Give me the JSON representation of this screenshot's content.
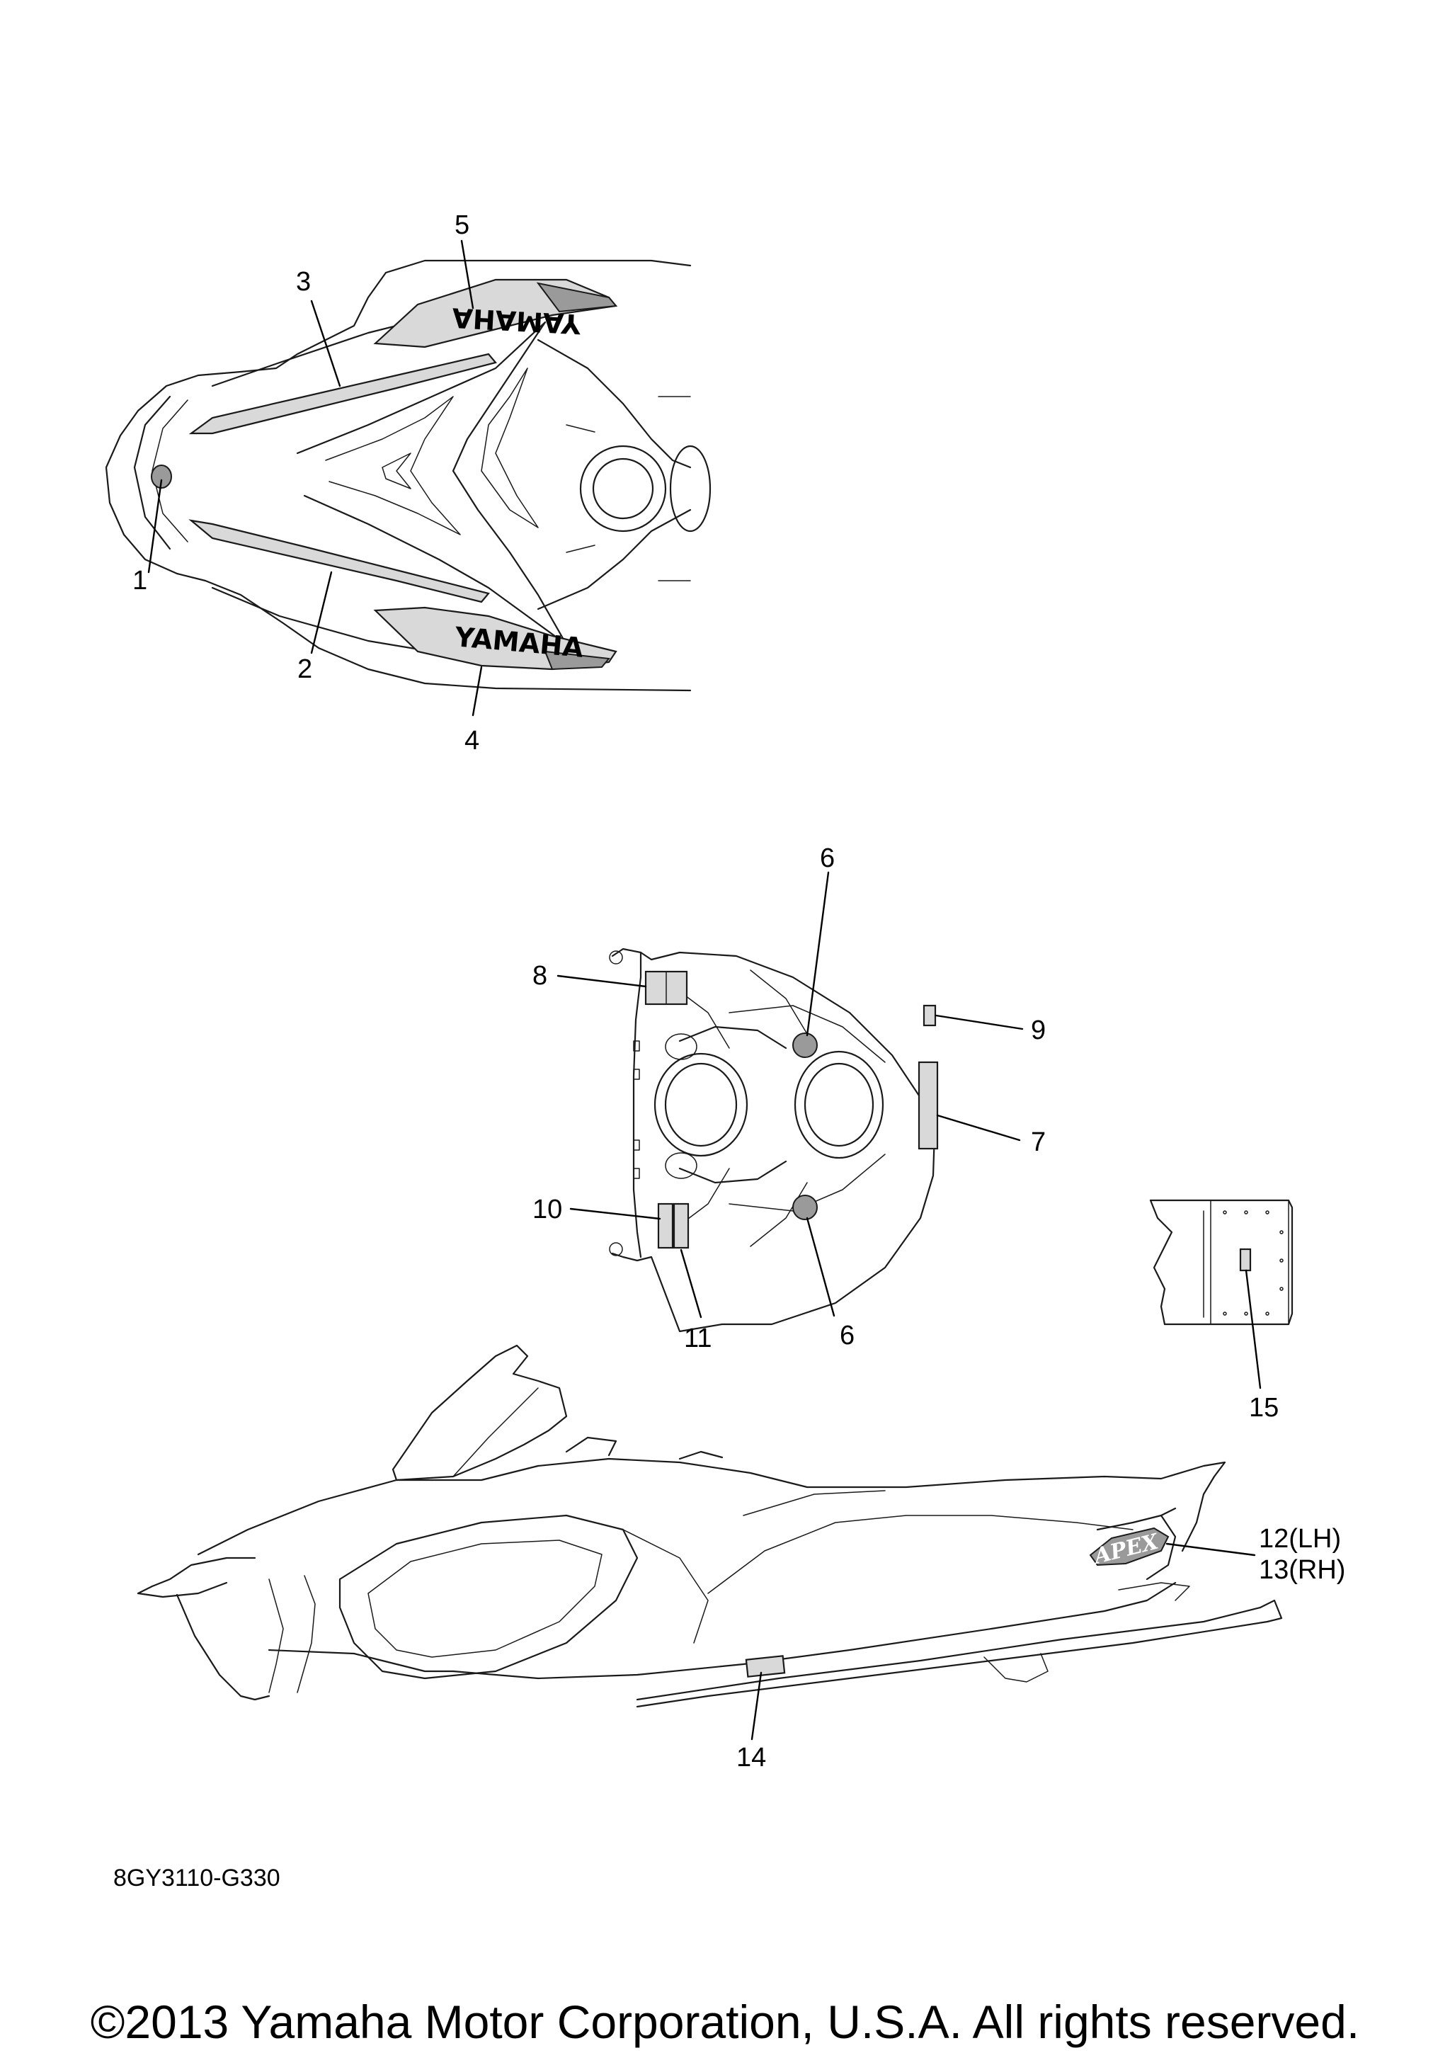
{
  "callouts": {
    "c1": "1",
    "c2": "2",
    "c3": "3",
    "c4": "4",
    "c5": "5",
    "c6a": "6",
    "c6b": "6",
    "c7": "7",
    "c8": "8",
    "c9": "9",
    "c10": "10",
    "c11": "11",
    "c12": "12(LH)",
    "c13": "13(RH)",
    "c14": "14",
    "c15": "15"
  },
  "decal_text": {
    "brand_upper": "YAMAHA",
    "brand_lower": "YAMAHA",
    "model": "APEX"
  },
  "diagram_code": "8GY3110-G330",
  "copyright": "©2013 Yamaha Motor Corporation, U.S.A. All rights reserved."
}
